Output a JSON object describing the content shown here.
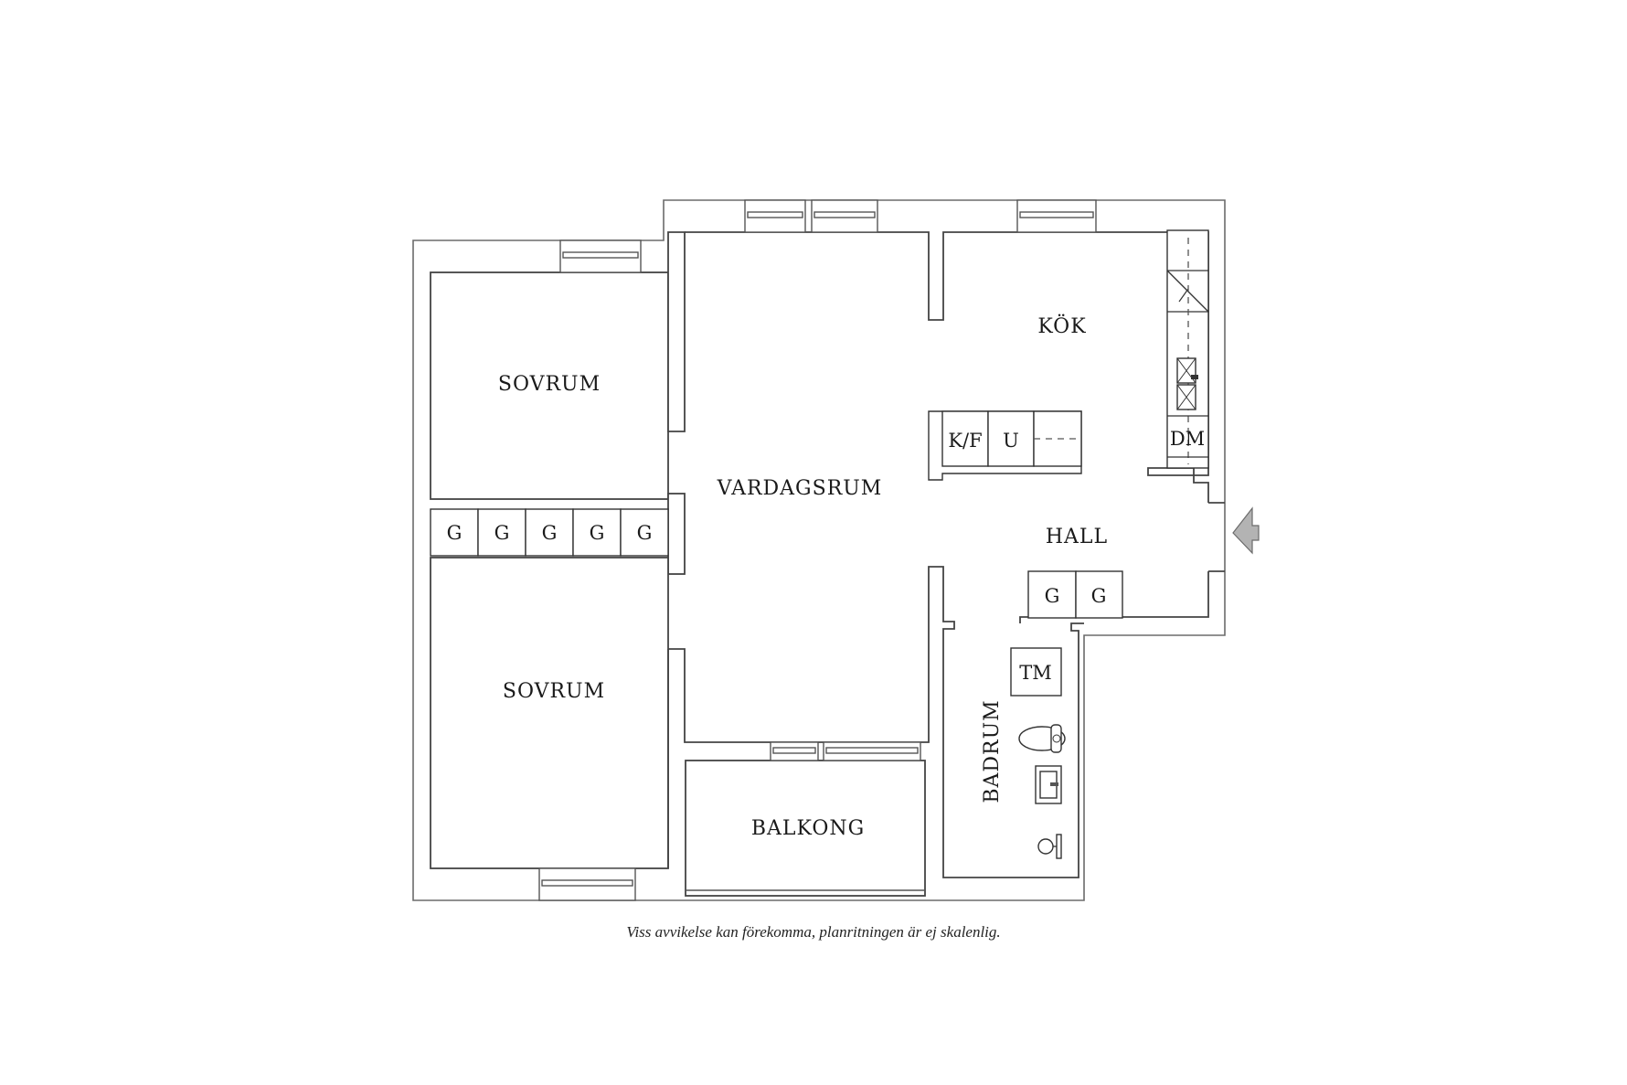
{
  "floorplan": {
    "rooms": {
      "sovrum_top": "SOVRUM",
      "sovrum_bottom": "SOVRUM",
      "vardagsrum": "VARDAGSRUM",
      "kok": "KÖK",
      "hall": "HALL",
      "badrum": "BADRUM",
      "balkong": "BALKONG"
    },
    "units": {
      "wardrobe_row": [
        "G",
        "G",
        "G",
        "G",
        "G"
      ],
      "hall_wardrobes": [
        "G",
        "G"
      ],
      "kitchen_island": [
        "K/F",
        "U"
      ],
      "dishwasher": "DM",
      "dryer": "TM"
    },
    "icons": [
      "entrance-arrow-icon",
      "stove-icon",
      "sink-icon",
      "toilet-icon",
      "washbasin-icon",
      "shower-icon",
      "window-icon"
    ],
    "colors": {
      "wall": "#6b6b6b",
      "line": "#333333",
      "entrance_arrow": "#b3b3b3"
    }
  },
  "footnote": "Viss avvikelse kan förekomma, planritningen är ej skalenlig."
}
